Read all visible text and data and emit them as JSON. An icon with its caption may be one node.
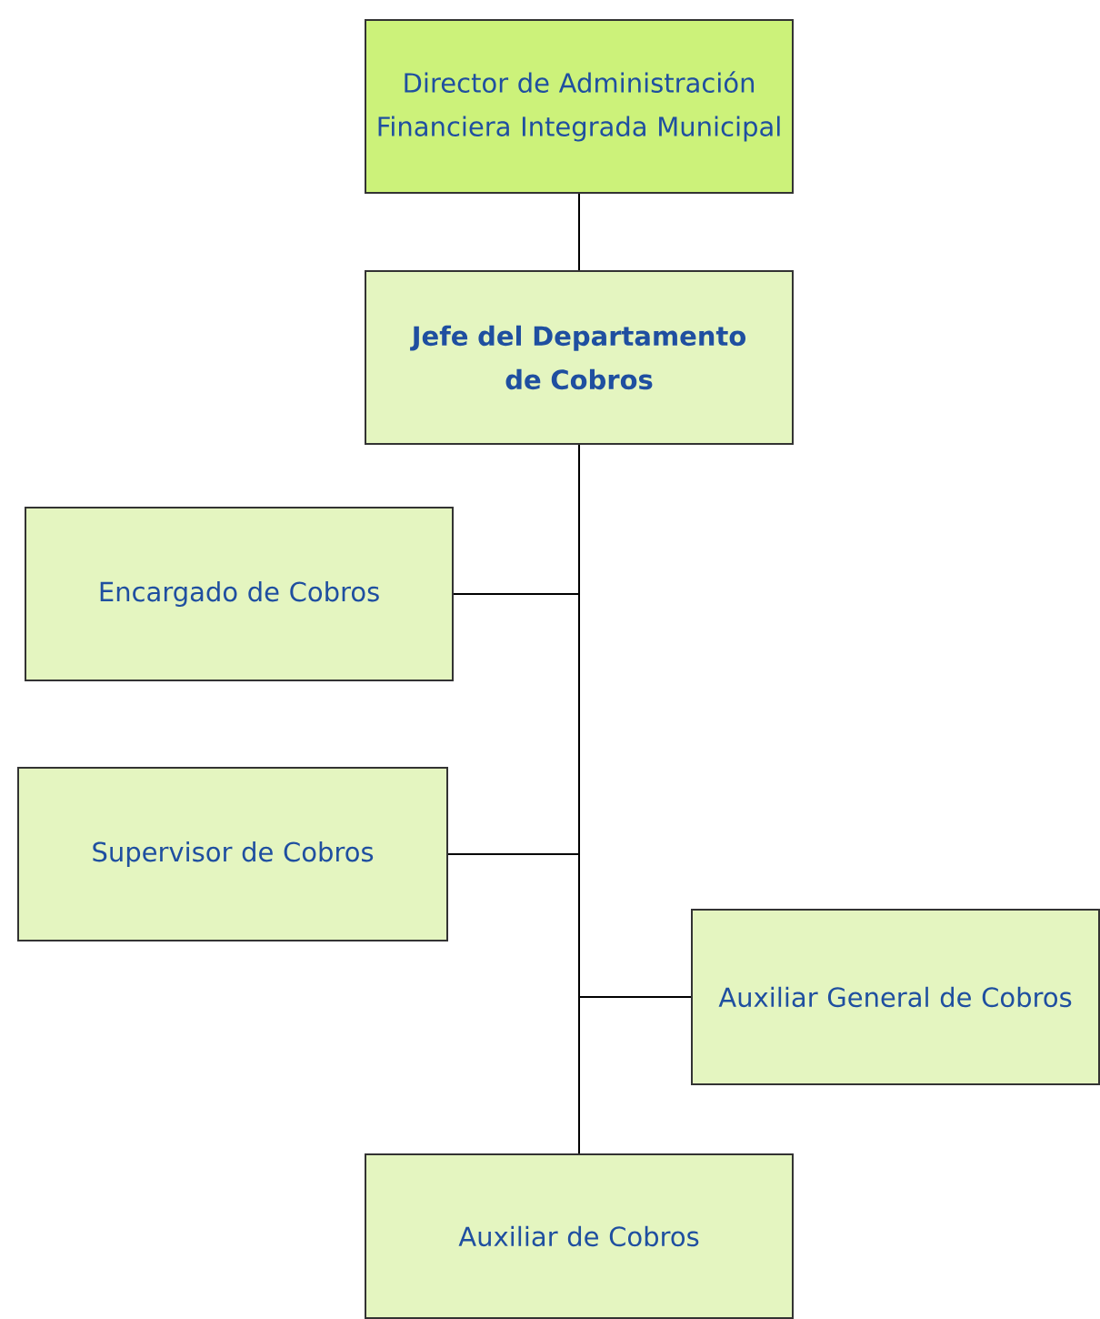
{
  "diagram": {
    "nodes": [
      {
        "text": [
          "Director de Administración Financiera Integrada Municipal"
        ]
      },
      {
        "text": [
          "Jefe del Departamento de Cobros"
        ]
      },
      {
        "text": [
          "Encargado de Cobros"
        ]
      },
      {
        "text": [
          "Supervisor de Cobros"
        ]
      },
      {
        "text": [
          "Auxiliar General de Cobros"
        ]
      },
      {
        "text": [
          "Auxiliar de Cobros"
        ]
      }
    ],
    "edges": [
      {
        "from": 0,
        "to": 1,
        "arrow": "none"
      },
      {
        "from": 1,
        "to": 2,
        "arrow": "none"
      },
      {
        "from": 1,
        "to": 3,
        "arrow": "none"
      },
      {
        "from": 1,
        "to": 4,
        "arrow": "none"
      },
      {
        "from": 1,
        "to": 5,
        "arrow": "none"
      }
    ]
  }
}
